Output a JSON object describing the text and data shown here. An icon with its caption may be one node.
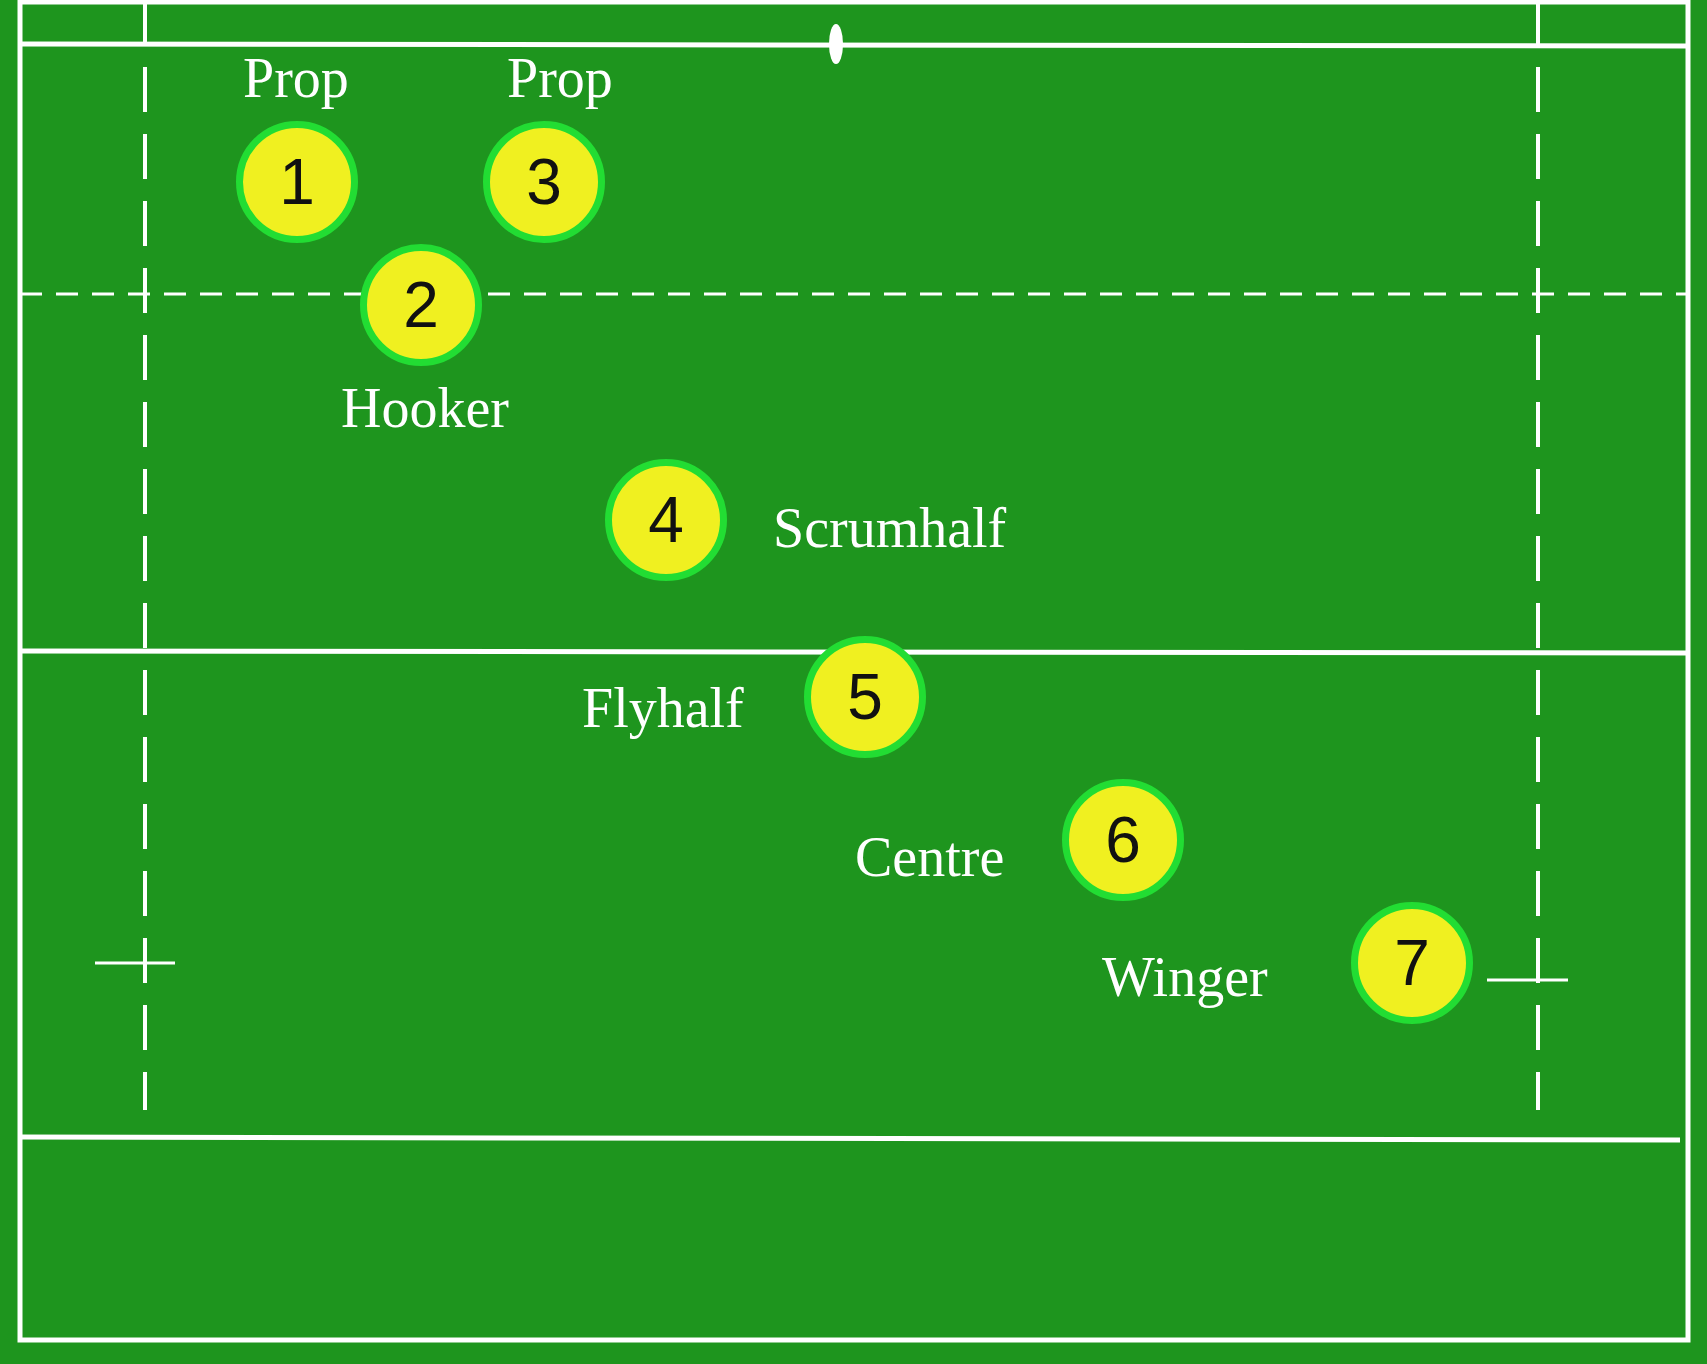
{
  "diagram": {
    "nodes": [
      {
        "text": [
          "1"
        ],
        "beside": [
          "Prop"
        ]
      },
      {
        "text": [
          "3"
        ],
        "beside": [
          "Prop"
        ]
      },
      {
        "text": [
          "2"
        ],
        "beside": [
          "Hooker"
        ]
      },
      {
        "text": [
          "4"
        ],
        "beside": [
          "Scrumhalf"
        ]
      },
      {
        "text": [
          "5"
        ],
        "beside": [
          "Flyhalf"
        ]
      },
      {
        "text": [
          "6"
        ],
        "beside": [
          "Centre"
        ]
      },
      {
        "text": [
          "7"
        ],
        "beside": [
          "Winger"
        ]
      }
    ]
  }
}
